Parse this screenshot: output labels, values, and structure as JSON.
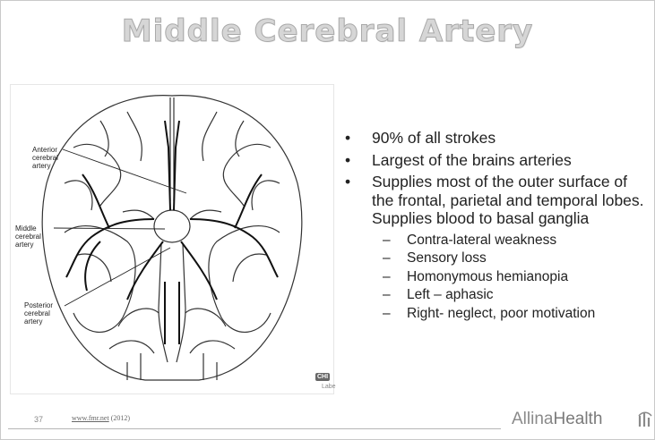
{
  "slide": {
    "title": "Middle Cerebral Artery",
    "slide_number": "37",
    "source_link": "www.fmr.net",
    "source_year": "(2012)",
    "logo_text_1": "Allina",
    "logo_text_2": "Health"
  },
  "figure": {
    "label_anterior": "Anterior cerebral artery",
    "label_middle": "Middle cerebral artery",
    "label_posterior": "Posterior cerebral artery",
    "badge_text": "CHI",
    "badge_sub": "Labe"
  },
  "bullets": [
    "90% of all strokes",
    "Largest of the brains arteries",
    "Supplies most of the outer surface of the frontal, parietal and temporal lobes. Supplies blood to basal ganglia"
  ],
  "sub_bullets": [
    "Contra-lateral weakness",
    "Sensory loss",
    "Homonymous hemianopia",
    "Left – aphasic",
    "Right- neglect, poor motivation"
  ],
  "colors": {
    "title_fill": "#d6d6d6",
    "title_stroke": "#a9a9a9",
    "text": "#222222",
    "logo": "#8a8a8a"
  }
}
